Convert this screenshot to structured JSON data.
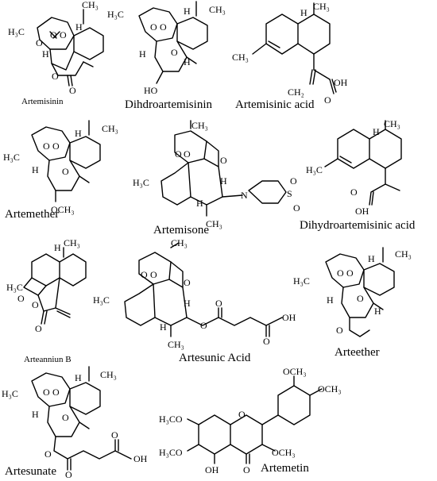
{
  "figure": {
    "compounds": [
      {
        "id": "artemisinin",
        "name": "Artemisinin"
      },
      {
        "id": "dihydroartemisinin",
        "name": "Dihdroartemisinin"
      },
      {
        "id": "artemisinic-acid",
        "name": "Artemisinic acid"
      },
      {
        "id": "artemether",
        "name": "Artemether"
      },
      {
        "id": "artemisone",
        "name": "Artemisone"
      },
      {
        "id": "dihydroartemisinic-acid",
        "name": "Dihydroartemisinic acid"
      },
      {
        "id": "arteanniun-b",
        "name": "Arteanniun B"
      },
      {
        "id": "artesunic-acid",
        "name": "Artesunic Acid"
      },
      {
        "id": "arteether",
        "name": "Arteether"
      },
      {
        "id": "artesunate",
        "name": "Artesunate"
      },
      {
        "id": "artemetin",
        "name": "Artemetin"
      }
    ]
  },
  "atoms": {
    "h3c": "H₃C",
    "ch3": "CH₃",
    "ch2": "CH₂",
    "h": "H",
    "o": "O",
    "oh": "OH",
    "ho": "HO",
    "och3": "OCH₃",
    "h3co": "H₃CO",
    "n": "N",
    "s": "S"
  }
}
